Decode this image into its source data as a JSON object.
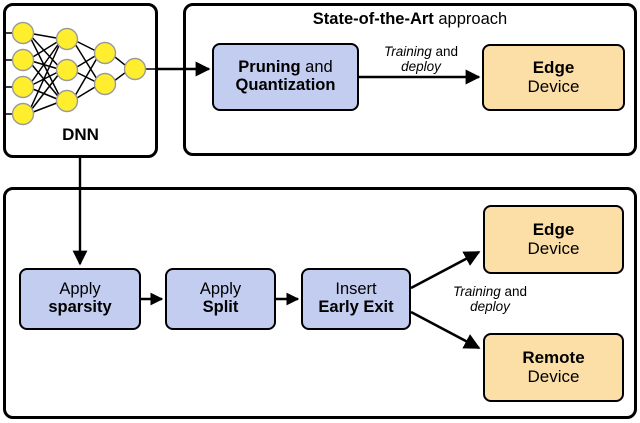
{
  "figure": {
    "type": "flow-diagram",
    "panels": [
      {
        "id": "dnn-panel",
        "label": "DNN",
        "network": {
          "layers": [
            4,
            3,
            2,
            1
          ],
          "node_color": "#ffee2e",
          "node_stroke": "#9a9a9a"
        }
      },
      {
        "id": "sota-panel",
        "title_bold": "State-of-the-Art",
        "title_rest": " approach",
        "blocks": [
          {
            "id": "pruning-quantization",
            "color": "#c3cdef",
            "line1_bold": "Pruning",
            "line1_rest": " and",
            "line2_bold": "Quantization",
            "line2_rest": ""
          },
          {
            "id": "edge-device-top",
            "color": "#fbdfa7",
            "line1_bold": "Edge",
            "line1_rest": "",
            "line2_bold": "",
            "line2_rest": "Device"
          }
        ],
        "edge_label": {
          "line1_italic": "Training",
          "line1_rest": " and",
          "line2_italic": "deploy",
          "line2_rest": ""
        }
      },
      {
        "id": "proposed-panel",
        "blocks": [
          {
            "id": "apply-sparsity",
            "color": "#c3cdef",
            "line1_bold": "",
            "line1_rest": "Apply",
            "line2_bold": "sparsity",
            "line2_rest": ""
          },
          {
            "id": "apply-split",
            "color": "#c3cdef",
            "line1_bold": "",
            "line1_rest": "Apply",
            "line2_bold": "Split",
            "line2_rest": ""
          },
          {
            "id": "insert-early-exit",
            "color": "#c3cdef",
            "line1_bold": "",
            "line1_rest": "Insert",
            "line2_bold": "Early Exit",
            "line2_rest": ""
          },
          {
            "id": "edge-device-bottom",
            "color": "#fbdfa7",
            "line1_bold": "Edge",
            "line1_rest": "",
            "line2_bold": "",
            "line2_rest": "Device"
          },
          {
            "id": "remote-device",
            "color": "#fbdfa7",
            "line1_bold": "Remote",
            "line1_rest": "",
            "line2_bold": "",
            "line2_rest": "Device"
          }
        ],
        "edge_label": {
          "line1_italic": "Training",
          "line1_rest": " and",
          "line2_italic": "deploy",
          "line2_rest": ""
        }
      }
    ],
    "colors": {
      "blue_block": "#c3cdef",
      "orange_block": "#fbdfa7",
      "node_yellow": "#ffee2e",
      "stroke": "#000000",
      "background": "#ffffff"
    }
  }
}
